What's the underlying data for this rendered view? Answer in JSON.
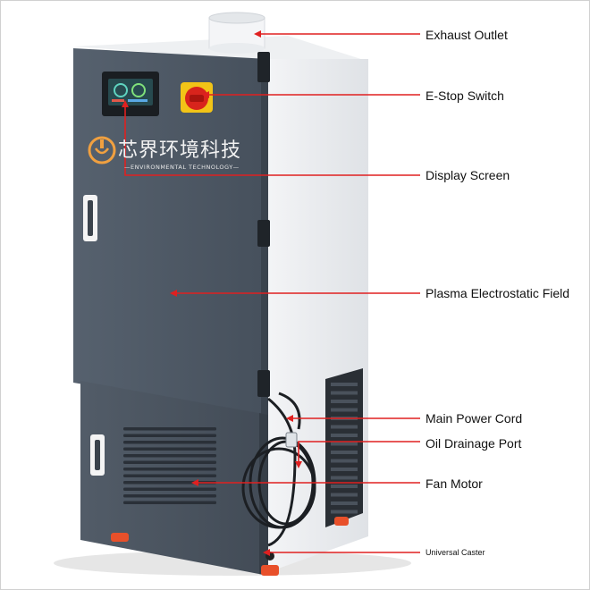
{
  "labels": {
    "exhaust_outlet": "Exhaust Outlet",
    "estop_switch": "E-Stop Switch",
    "display_screen": "Display Screen",
    "plasma_field": "Plasma Electrostatic Field",
    "main_power_cord": "Main Power Cord",
    "oil_drainage_port": "Oil Drainage Port",
    "fan_motor": "Fan Motor",
    "universal_caster": "Universal Caster"
  },
  "brand": {
    "name_cn": "芯界环境科技",
    "name_en": "—ENVIRONMENTAL TECHNOLOGY—"
  },
  "colors": {
    "cabinet": "#4e5966",
    "side_panel": "#e9ecef",
    "callout_line": "#e02020",
    "estop_red": "#d8241c",
    "estop_yellow": "#f2c417",
    "caster": "#e8502a",
    "logo_orange": "#f0a040"
  }
}
